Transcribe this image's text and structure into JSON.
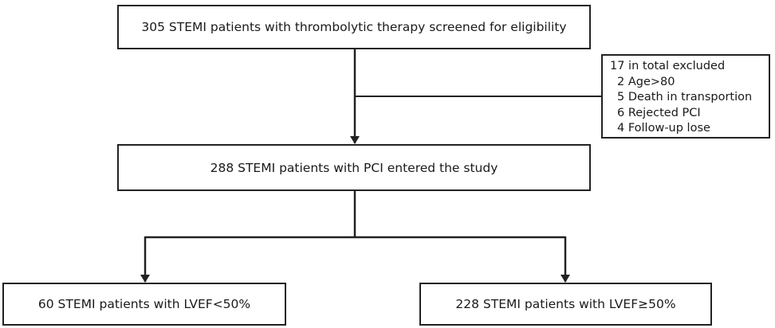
{
  "flowchart": {
    "screened": "305 STEMI patients with thrombolytic therapy screened for eligibility",
    "excluded": {
      "total": "17 in total excluded",
      "items": [
        "2 Age>80",
        "5 Death in transportion",
        "6 Rejected PCI",
        "4 Follow-up lose"
      ]
    },
    "entered": "288 STEMI patients with PCI entered the study",
    "group_low": "60 STEMI patients with LVEF<50%",
    "group_high": "228 STEMI patients with LVEF≥50%"
  }
}
